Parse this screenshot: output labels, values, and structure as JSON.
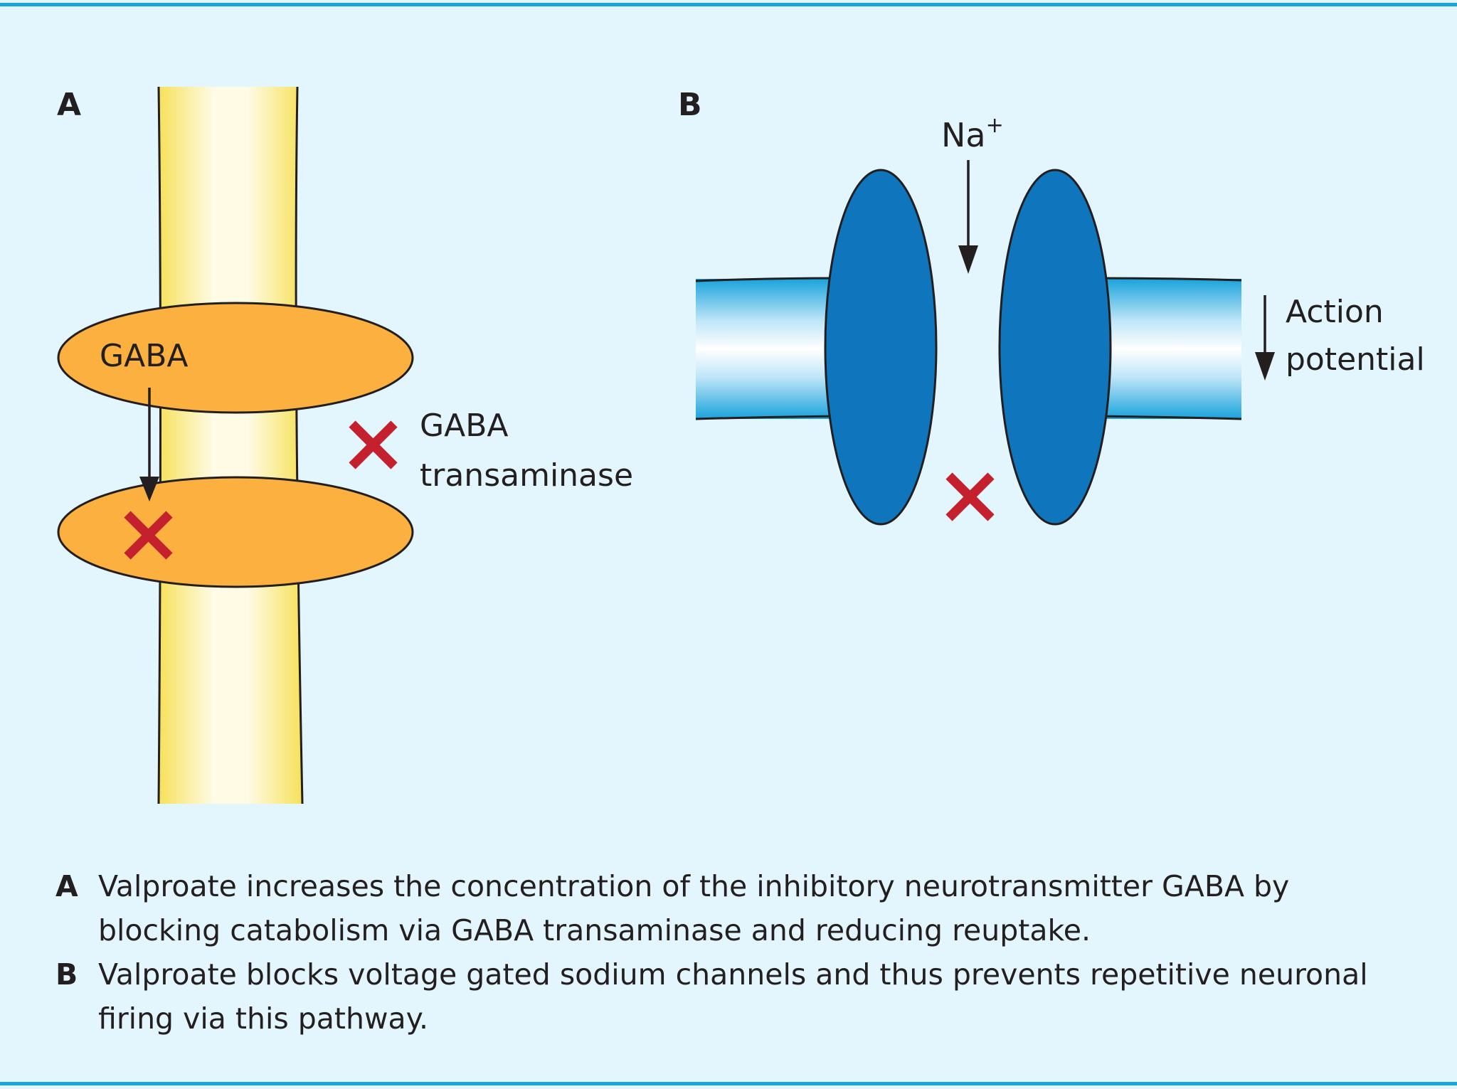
{
  "panel_a": {
    "label": "A",
    "ellipse_top_label": "GABA",
    "enzyme_label_line1": "GABA",
    "enzyme_label_line2": "transaminase"
  },
  "panel_b": {
    "label": "B",
    "ion_label": "Na",
    "ion_charge": "+",
    "potential_line1": "Action",
    "potential_line2": "potential"
  },
  "caption": {
    "a_letter": "A",
    "a_text": "Valproate increases the concentration of the inhibitory neurotransmitter GABA by blocking catabolism via GABA transaminase and reducing reuptake.",
    "b_letter": "B",
    "b_text": "Valproate blocks voltage gated sodium channels and thus prevents repetitive neuronal firing via this pathway."
  },
  "colors": {
    "background": "#e3f5fd",
    "rule": "#1aa3dc",
    "axon_yellow": "#f6e15a",
    "vesicle_orange": "#fbb040",
    "channel_blue": "#0f75bc",
    "membrane_blue": "#1aa3dc",
    "block_cross": "#c4202e"
  },
  "icons": [
    "block-cross-icon",
    "down-arrow-icon"
  ]
}
